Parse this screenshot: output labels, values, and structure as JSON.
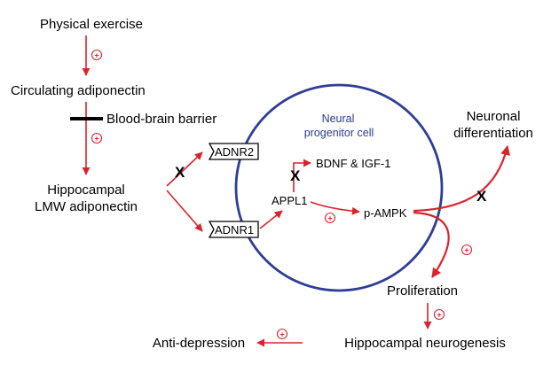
{
  "colors": {
    "arrow": "#d9232e",
    "cell_outline": "#2e3e96",
    "cell_label": "#2b3a9a",
    "barrier": "#000000"
  },
  "labels": {
    "physical_exercise": "Physical exercise",
    "circulating_adiponectin": "Circulating adiponectin",
    "blood_brain_barrier": "Blood-brain barrier",
    "hippocampal_line1": "Hippocampal",
    "hippocampal_line2": "LMW adiponectin",
    "adnr2": "ADNR2",
    "adnr1": "ADNR1",
    "cell_line1": "Neural",
    "cell_line2": "progenitor cell",
    "bdnf_igf1": "BDNF & IGF-1",
    "appl1": "APPL1",
    "pampk": "p-AMPK",
    "neuronal_line1": "Neuronal",
    "neuronal_line2": "differentiation",
    "proliferation": "Proliferation",
    "hippocampal_neurogenesis": "Hippocampal neurogenesis",
    "anti_depression": "Anti-depression"
  },
  "symbols": {
    "plus": "+",
    "block": "X"
  }
}
